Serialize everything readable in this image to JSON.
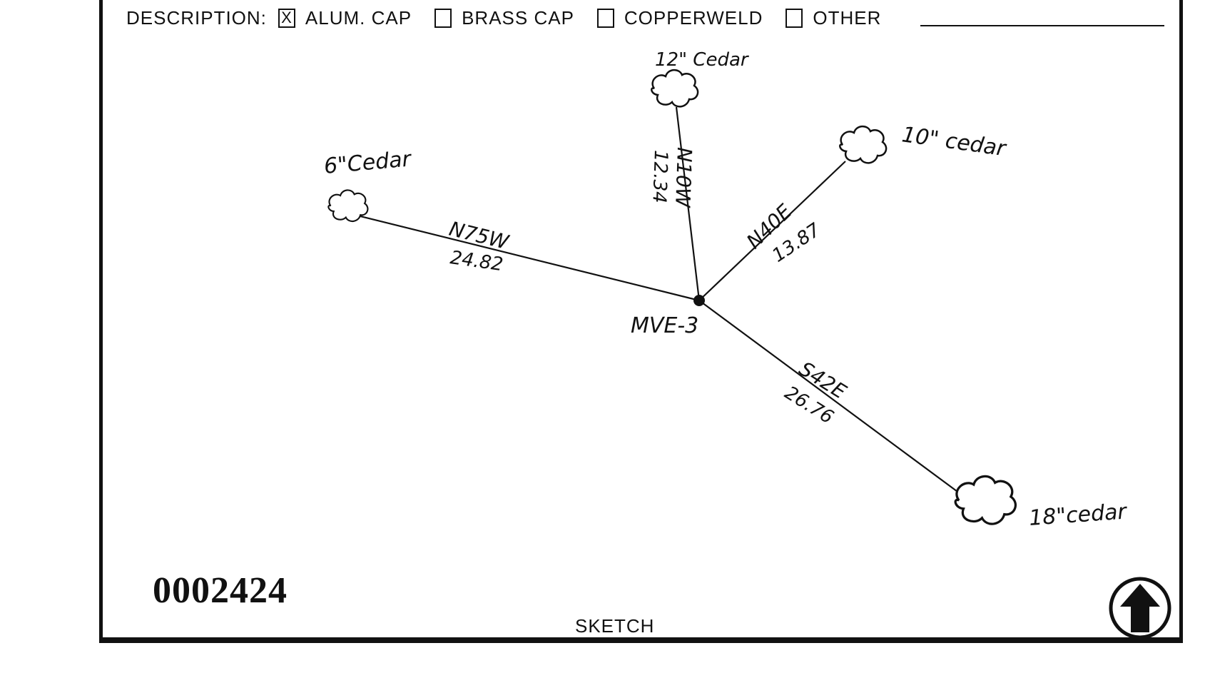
{
  "description": {
    "label": "DESCRIPTION:",
    "options": [
      {
        "label": "ALUM. CAP",
        "checked": true,
        "mark": "X"
      },
      {
        "label": "BRASS CAP",
        "checked": false
      },
      {
        "label": "COPPERWELD",
        "checked": false
      },
      {
        "label": "OTHER",
        "checked": false
      }
    ]
  },
  "sketch": {
    "station": "MVE-3",
    "trees": [
      {
        "label": "12\" Cedar",
        "bearing": "N10W",
        "distance": "12.34"
      },
      {
        "label": "10\" cedar",
        "bearing": "N40E",
        "distance": "13.87"
      },
      {
        "label": "6\"Cedar",
        "bearing": "N75W",
        "distance": "24.82"
      },
      {
        "label": "18\"cedar",
        "bearing": "S42E",
        "distance": "26.76"
      }
    ]
  },
  "serial_number": "0002424",
  "footer_label": "SKETCH",
  "north_arrow_icon": "north-arrow-icon"
}
